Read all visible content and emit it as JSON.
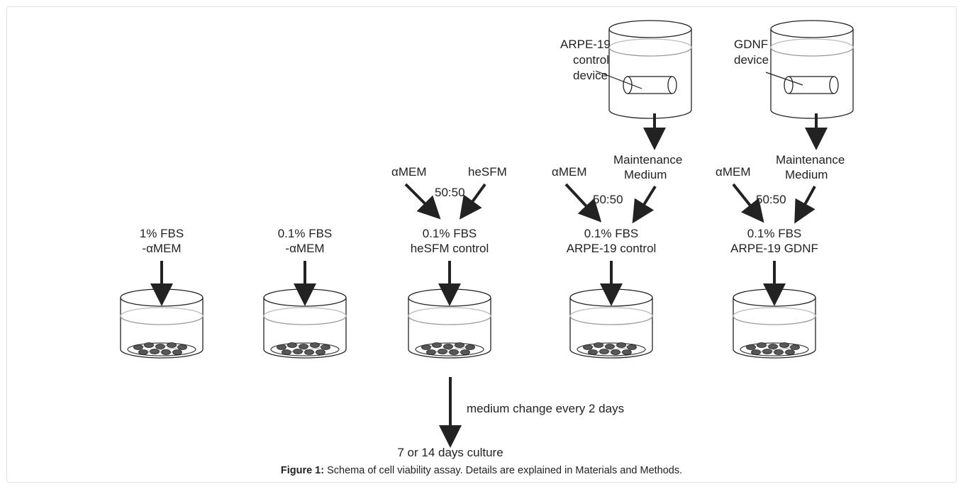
{
  "diagram": {
    "devices": [
      {
        "label_lines": [
          "ARPE-19",
          "control",
          "device"
        ]
      },
      {
        "label_lines": [
          "GDNF",
          "device"
        ]
      }
    ],
    "mixing_groups": [
      {
        "left": "αMEM",
        "right": "heSFM",
        "ratio": "50:50"
      },
      {
        "left": "αMEM",
        "right_lines": [
          "Maintenance",
          "Medium"
        ],
        "ratio": "50:50"
      },
      {
        "left": "αMEM",
        "right_lines": [
          "Maintenance",
          "Medium"
        ],
        "ratio": "50:50"
      }
    ],
    "conditions": [
      {
        "lines": [
          "1% FBS",
          "-αMEM"
        ]
      },
      {
        "lines": [
          "0.1% FBS",
          "-αMEM"
        ]
      },
      {
        "lines": [
          "0.1% FBS",
          "heSFM control"
        ]
      },
      {
        "lines": [
          "0.1% FBS",
          "ARPE-19 control"
        ]
      },
      {
        "lines": [
          "0.1% FBS",
          "ARPE-19 GDNF"
        ]
      }
    ],
    "medium_change": "medium change every 2 days",
    "culture": "7 or 14 days culture"
  },
  "caption": {
    "label": "Figure 1:",
    "text": " Schema of cell viability assay. Details are explained in Materials and Methods."
  }
}
